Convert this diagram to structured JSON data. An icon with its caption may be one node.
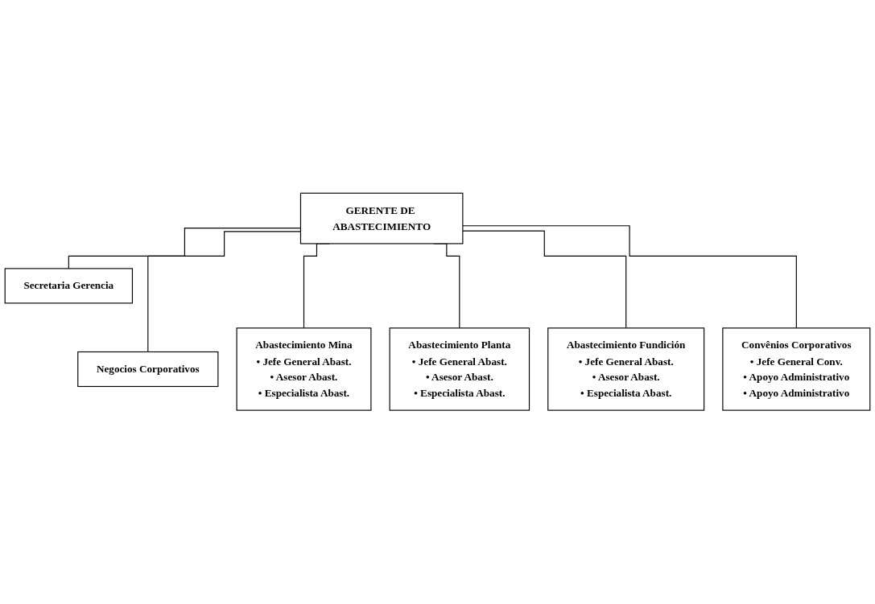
{
  "diagram": {
    "nodes": [
      {
        "text": [
          "GERENTE DE ABASTECIMIENTO"
        ]
      },
      {
        "text": [
          "Secretaria Gerencia"
        ]
      },
      {
        "text": [
          "Negocios Corporativos"
        ]
      },
      {
        "text": [
          "Abastecimiento Mina",
          "• Jefe General Abast.",
          "• Asesor Abast.",
          "• Especialista Abast."
        ]
      },
      {
        "text": [
          "Abastecimiento Planta",
          "• Jefe General Abast.",
          "• Asesor Abast.",
          "• Especialista Abast."
        ]
      },
      {
        "text": [
          "Abastecimiento Fundición",
          "• Jefe General Abast.",
          "• Asesor Abast.",
          "• Especialista Abast."
        ]
      },
      {
        "text": [
          "Convênios Corporativos",
          "• Jefe General Conv.",
          "• Apoyo Administrativo",
          "• Apoyo Administrativo"
        ]
      }
    ],
    "edges": [
      {
        "from": 0,
        "to": 1,
        "arrow": "none"
      },
      {
        "from": 0,
        "to": 2,
        "arrow": "none"
      },
      {
        "from": 0,
        "to": 3,
        "arrow": "none"
      },
      {
        "from": 0,
        "to": 4,
        "arrow": "none"
      },
      {
        "from": 0,
        "to": 5,
        "arrow": "none"
      },
      {
        "from": 0,
        "to": 6,
        "arrow": "none"
      }
    ]
  }
}
